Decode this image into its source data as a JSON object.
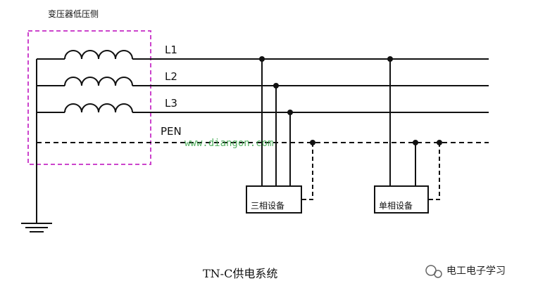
{
  "diagram": {
    "transformer_label": "变压器低压侧",
    "lines": [
      {
        "id": "L1",
        "label": "L1"
      },
      {
        "id": "L2",
        "label": "L2"
      },
      {
        "id": "L3",
        "label": "L3"
      },
      {
        "id": "PEN",
        "label": "PEN"
      }
    ],
    "devices": {
      "three_phase": "三相设备",
      "single_phase": "单相设备"
    },
    "caption": "TN-C供电系统",
    "watermark": "www.diangon.com",
    "footer_brand": "电工电子学习"
  },
  "colors": {
    "wire": "#111111",
    "transformer_box": "#cc44cc",
    "watermark": "#3aa64a"
  }
}
